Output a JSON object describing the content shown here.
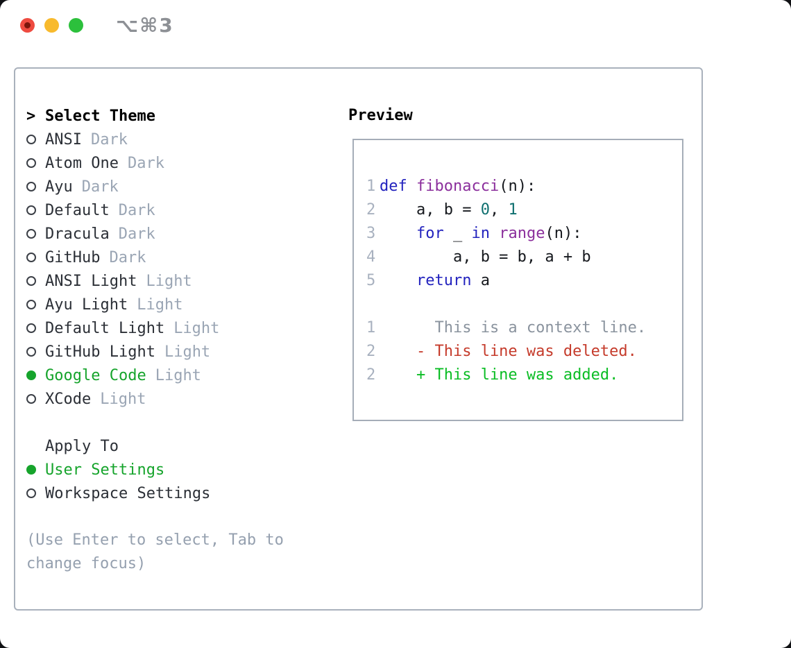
{
  "window": {
    "title": "⌥⌘3"
  },
  "colors": {
    "selection_green": "#16a42c",
    "added_green": "#0abd24",
    "deleted_red": "#c53b2b",
    "keyword_blue": "#2323be",
    "function_purple": "#8b2f9c",
    "literal_teal": "#0e6f6f",
    "muted_gray": "#9aa5b4",
    "line_number_gray": "#a8b1bf",
    "context_gray": "#8a939e",
    "border_gray": "#a9b1bc",
    "traffic_red": "#ee4b40",
    "traffic_yellow": "#f8ba2d",
    "traffic_green": "#2cc03c"
  },
  "theme_picker": {
    "header": {
      "prefix": ">",
      "label": "Select Theme"
    },
    "items": [
      {
        "name": "ANSI",
        "variant": "Dark",
        "selected": false
      },
      {
        "name": "Atom One",
        "variant": "Dark",
        "selected": false
      },
      {
        "name": "Ayu",
        "variant": "Dark",
        "selected": false
      },
      {
        "name": "Default",
        "variant": "Dark",
        "selected": false
      },
      {
        "name": "Dracula",
        "variant": "Dark",
        "selected": false
      },
      {
        "name": "GitHub",
        "variant": "Dark",
        "selected": false
      },
      {
        "name": "ANSI Light",
        "variant": "Light",
        "selected": false
      },
      {
        "name": "Ayu Light",
        "variant": "Light",
        "selected": false
      },
      {
        "name": "Default Light",
        "variant": "Light",
        "selected": false
      },
      {
        "name": "GitHub Light",
        "variant": "Light",
        "selected": false
      },
      {
        "name": "Google Code",
        "variant": "Light",
        "selected": true
      },
      {
        "name": "XCode",
        "variant": "Light",
        "selected": false
      }
    ]
  },
  "apply_to": {
    "label": "Apply To",
    "options": [
      {
        "name": "User Settings",
        "selected": true
      },
      {
        "name": "Workspace Settings",
        "selected": false
      }
    ]
  },
  "help_text": "(Use Enter to select, Tab to\nchange focus)",
  "preview": {
    "label": "Preview",
    "code_lines": [
      {
        "num": "1",
        "tokens": [
          [
            "kw",
            "def"
          ],
          [
            "pl",
            " "
          ],
          [
            "fn",
            "fibonacci"
          ],
          [
            "pl",
            "(n):"
          ]
        ]
      },
      {
        "num": "2",
        "tokens": [
          [
            "pl",
            "    a, b = "
          ],
          [
            "lit",
            "0"
          ],
          [
            "pl",
            ", "
          ],
          [
            "lit",
            "1"
          ]
        ]
      },
      {
        "num": "3",
        "tokens": [
          [
            "pl",
            "    "
          ],
          [
            "kw",
            "for"
          ],
          [
            "pl",
            " _ "
          ],
          [
            "kw",
            "in"
          ],
          [
            "pl",
            " "
          ],
          [
            "fn",
            "range"
          ],
          [
            "pl",
            "(n):"
          ]
        ]
      },
      {
        "num": "4",
        "tokens": [
          [
            "pl",
            "        a, b = b, a + b"
          ]
        ]
      },
      {
        "num": "5",
        "tokens": [
          [
            "pl",
            "    "
          ],
          [
            "kw",
            "return"
          ],
          [
            "pl",
            " a"
          ]
        ]
      }
    ],
    "diff_lines": [
      {
        "num": "1",
        "type": "context",
        "text": "      This is a context line."
      },
      {
        "num": "2",
        "type": "deleted",
        "text": "    - This line was deleted."
      },
      {
        "num": "2",
        "type": "added",
        "text": "    + This line was added."
      }
    ]
  }
}
